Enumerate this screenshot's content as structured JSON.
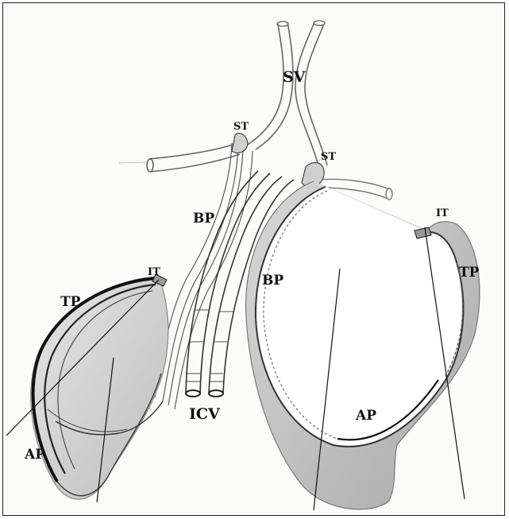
{
  "labels": {
    "sv": "SV",
    "st_left": "ST",
    "st_right": "ST",
    "bp_left": "BP",
    "bp_right": "BP",
    "it_left": "IT",
    "it_right": "IT",
    "tp_left": "TP",
    "tp_right": "TP",
    "ap_left": "AP",
    "ap_right": "AP",
    "icv": "ICV"
  },
  "colors": {
    "ink": "#111111",
    "pencil": "#555555",
    "light_pencil": "#9a9a9a",
    "shading": "#c8c8c8"
  }
}
